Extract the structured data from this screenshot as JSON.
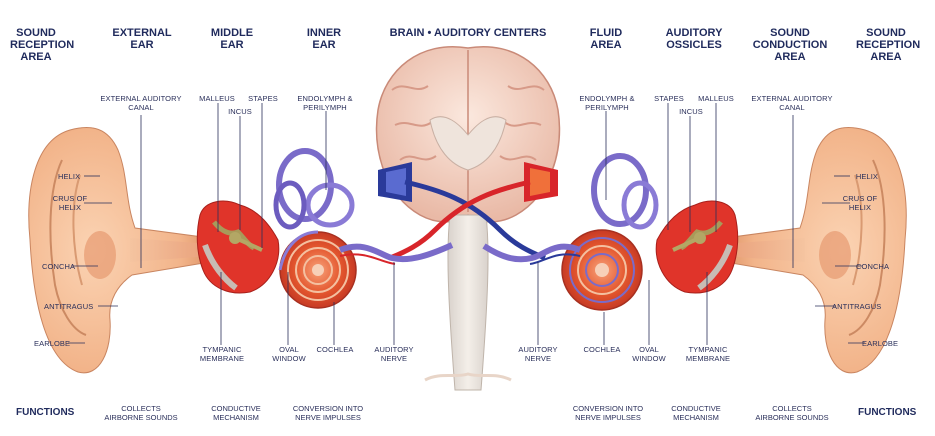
{
  "headers": {
    "left_sound_reception": "SOUND\nRECEPTION\nAREA",
    "external_ear": "EXTERNAL\nEAR",
    "middle_ear": "MIDDLE\nEAR",
    "inner_ear": "INNER\nEAR",
    "brain": "BRAIN • AUDITORY CENTERS",
    "fluid_area": "FLUID\nAREA",
    "auditory_ossicles": "AUDITORY\nOSSICLES",
    "sound_conduction": "SOUND\nCONDUCTION\nAREA",
    "right_sound_reception": "SOUND\nRECEPTION\nAREA"
  },
  "left_labels": {
    "external_auditory_canal": "EXTERNAL AUDITORY\nCANAL",
    "malleus": "MALLEUS",
    "incus": "INCUS",
    "stapes": "STAPES",
    "endolymph": "ENDOLYMPH &\nPERILYMPH",
    "helix": "HELIX",
    "crus_of_helix": "CRUS OF\nHELIX",
    "concha": "CONCHA",
    "antitragus": "ANTITRAGUS",
    "earlobe": "EARLOBE",
    "tympanic_membrane": "TYMPANIC\nMEMBRANE",
    "oval_window": "OVAL\nWINDOW",
    "cochlea": "COCHLEA",
    "auditory_nerve": "AUDITORY\nNERVE"
  },
  "right_labels": {
    "endolymph": "ENDOLYMPH &\nPERILYMPH",
    "stapes": "STAPES",
    "malleus": "MALLEUS",
    "incus": "INCUS",
    "external_auditory_canal": "EXTERNAL AUDITORY\nCANAL",
    "helix": "HELIX",
    "crus_of_helix": "CRUS OF\nHELIX",
    "concha": "CONCHA",
    "antitragus": "ANTITRAGUS",
    "earlobe": "EARLOBE",
    "auditory_nerve": "AUDITORY\nNERVE",
    "cochlea": "COCHLEA",
    "oval_window": "OVAL\nWINDOW",
    "tympanic_membrane": "TYMPANIC\nMEMBRANE"
  },
  "functions": {
    "left_title": "FUNCTIONS",
    "right_title": "FUNCTIONS",
    "left_collects": "COLLECTS\nAIRBORNE SOUNDS",
    "left_conductive": "CONDUCTIVE\nMECHANISM",
    "left_conversion": "CONVERSION INTO\nNERVE IMPULSES",
    "right_conversion": "CONVERSION INTO\nNERVE IMPULSES",
    "right_conductive": "CONDUCTIVE\nMECHANISM",
    "right_collects": "COLLECTS\nAIRBORNE SOUNDS"
  },
  "colors": {
    "header_text": "#1f2a5c",
    "skin": "#f2b48a",
    "skin_dark": "#d98c5f",
    "middle_ear_red": "#e0342a",
    "brain_pink": "#f5d3c4",
    "nerve_purple": "#7a6bc9",
    "nerve_blue": "#2a3a9a",
    "nerve_red": "#d8252a"
  }
}
